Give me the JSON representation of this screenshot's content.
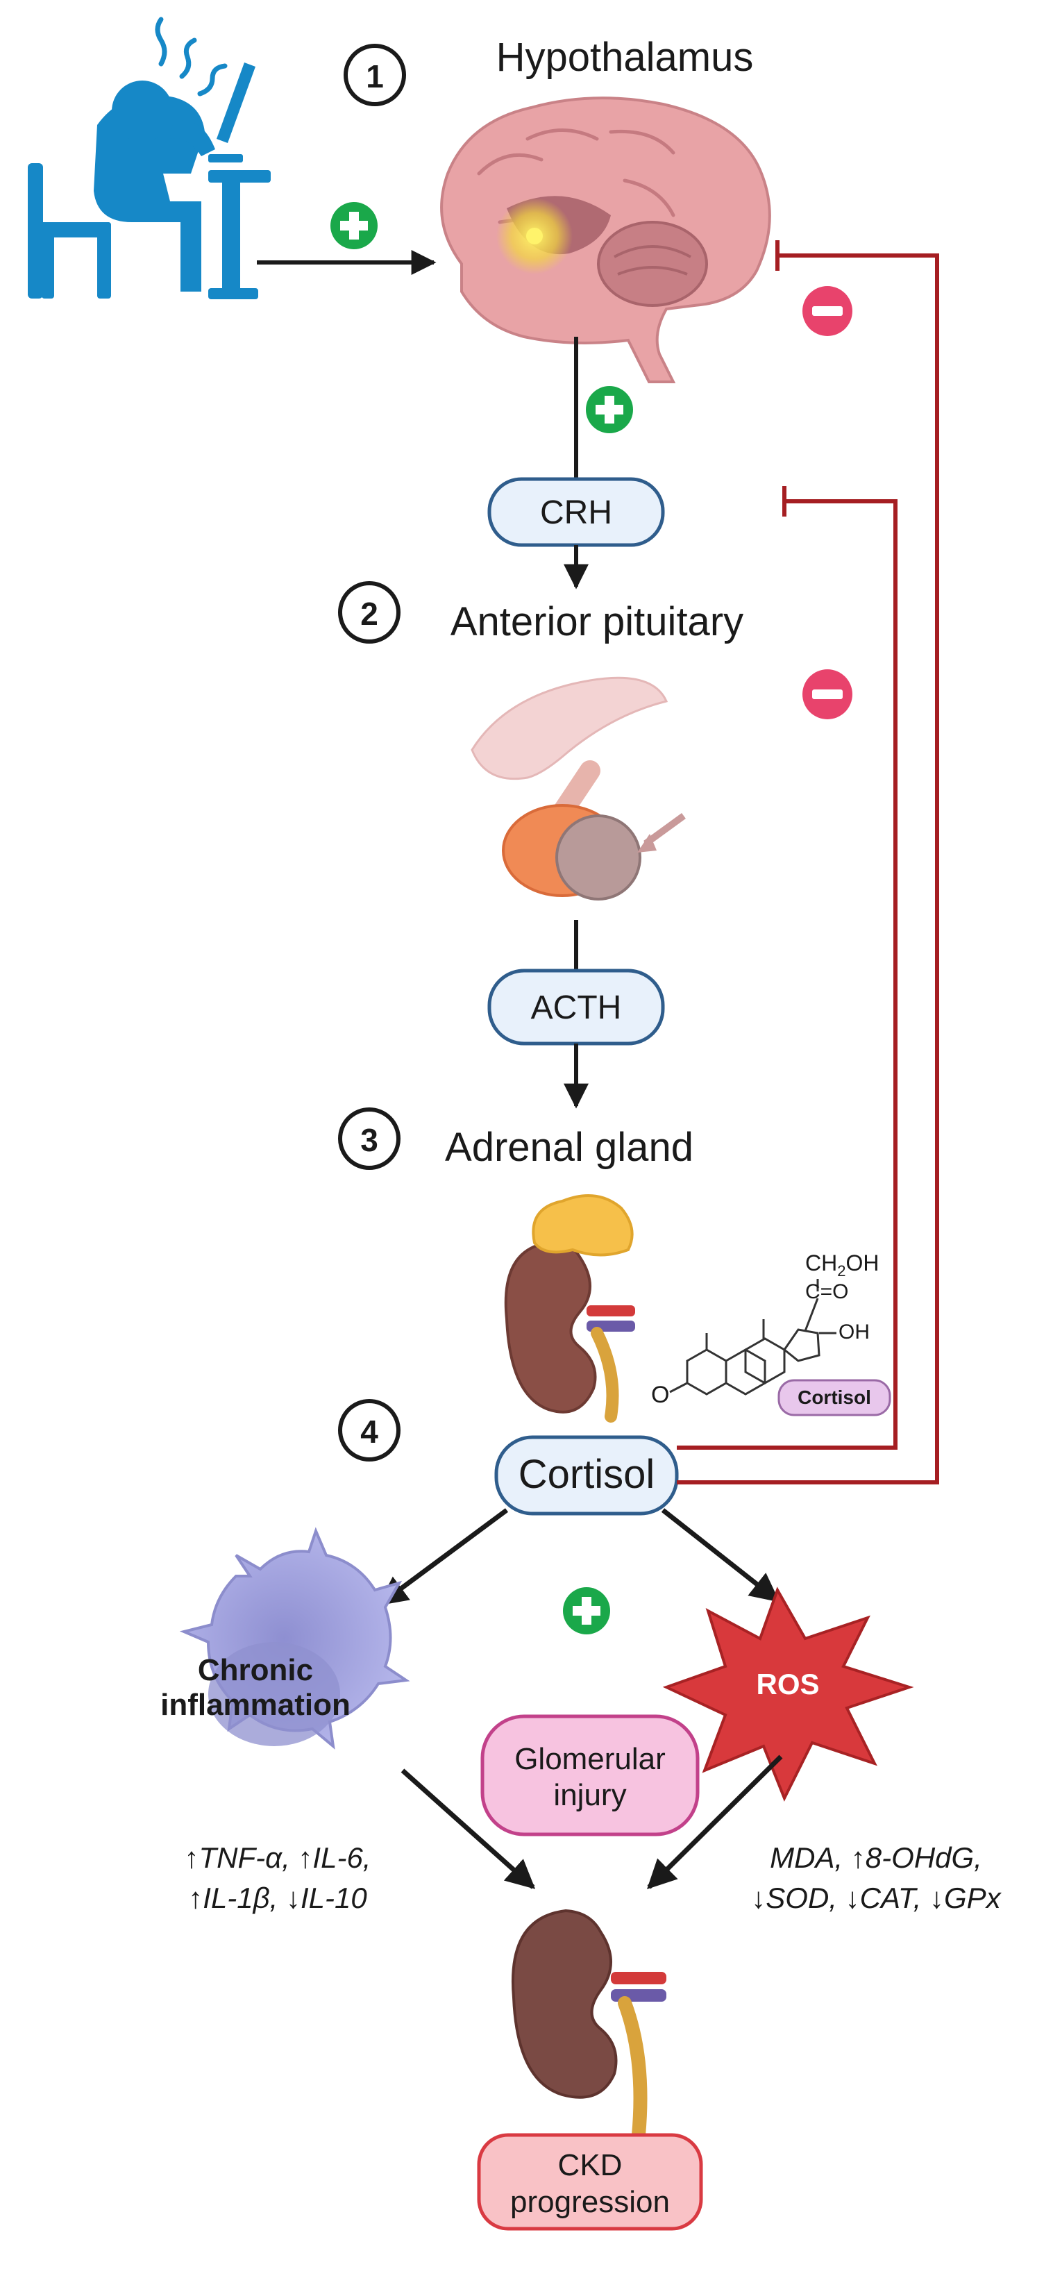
{
  "steps": {
    "s1": {
      "num": "1",
      "label": "Hypothalamus"
    },
    "s2": {
      "num": "2",
      "label": "Anterior pituitary"
    },
    "s3": {
      "num": "3",
      "label": "Adrenal gland"
    },
    "s4": {
      "num": "4"
    }
  },
  "hormones": {
    "crh": "CRH",
    "acth": "ACTH",
    "cortisol": "Cortisol"
  },
  "structure": {
    "ch2oh_a": "CH",
    "ch2oh_b": "2",
    "ch2oh_c": "OH",
    "co": "C=O",
    "oh": "OH",
    "o": "O",
    "tag": "Cortisol"
  },
  "effects": {
    "inflammation_1": "Chronic",
    "inflammation_2": "inflammation",
    "ros": "ROS",
    "glomerular_1": "Glomerular",
    "glomerular_2": "injury",
    "cytokines_1": "↑TNF-α, ↑IL-6,",
    "cytokines_2": "↑IL-1β, ↓IL-10",
    "oxidative_1": "MDA, ↑8-OHdG,",
    "oxidative_2": "↓SOD, ↓CAT, ↓GPx"
  },
  "outcome": {
    "line1": "CKD",
    "line2": "progression"
  },
  "signs": {
    "plus": "+",
    "minus": "−"
  },
  "colors": {
    "positive": "#1aa84a",
    "negative": "#e8436c",
    "feedback_line": "#a51e22",
    "pill_fill": "#e8f1fb",
    "pill_stroke": "#2f5d8c",
    "person": "#1688c7",
    "kidney": "#8a4f46",
    "ros": "#d8393c",
    "cell": "#a7a8e0",
    "glomerular_fill": "#f7c3e0",
    "ckd_fill": "#f9c2c6"
  }
}
